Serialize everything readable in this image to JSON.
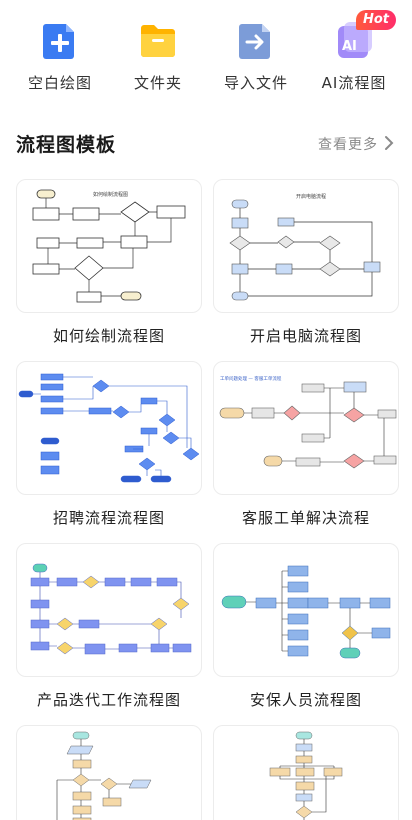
{
  "quick_actions": [
    {
      "label": "空白绘图",
      "icon": "plus-document-icon",
      "color": "#3a7bf2"
    },
    {
      "label": "文件夹",
      "icon": "folder-icon",
      "color": "#ffc21a"
    },
    {
      "label": "导入文件",
      "icon": "import-file-icon",
      "color": "#6e8fc9"
    },
    {
      "label": "AI流程图",
      "icon": "ai-flowchart-icon",
      "color": "#9b7cf6",
      "badge": "Hot"
    }
  ],
  "section": {
    "title": "流程图模板",
    "more_label": "查看更多"
  },
  "templates": [
    {
      "title": "如何绘制流程图",
      "thumb_caption": "如何绘制流程图"
    },
    {
      "title": "开启电脑流程图",
      "thumb_caption": "开启电脑流程"
    },
    {
      "title": "招聘流程流程图"
    },
    {
      "title": "客服工单解决流程",
      "thumb_caption": "工单问题处理 — 客服工单流程"
    },
    {
      "title": "产品迭代工作流程图"
    },
    {
      "title": "安保人员流程图"
    },
    {
      "title": ""
    },
    {
      "title": ""
    }
  ]
}
